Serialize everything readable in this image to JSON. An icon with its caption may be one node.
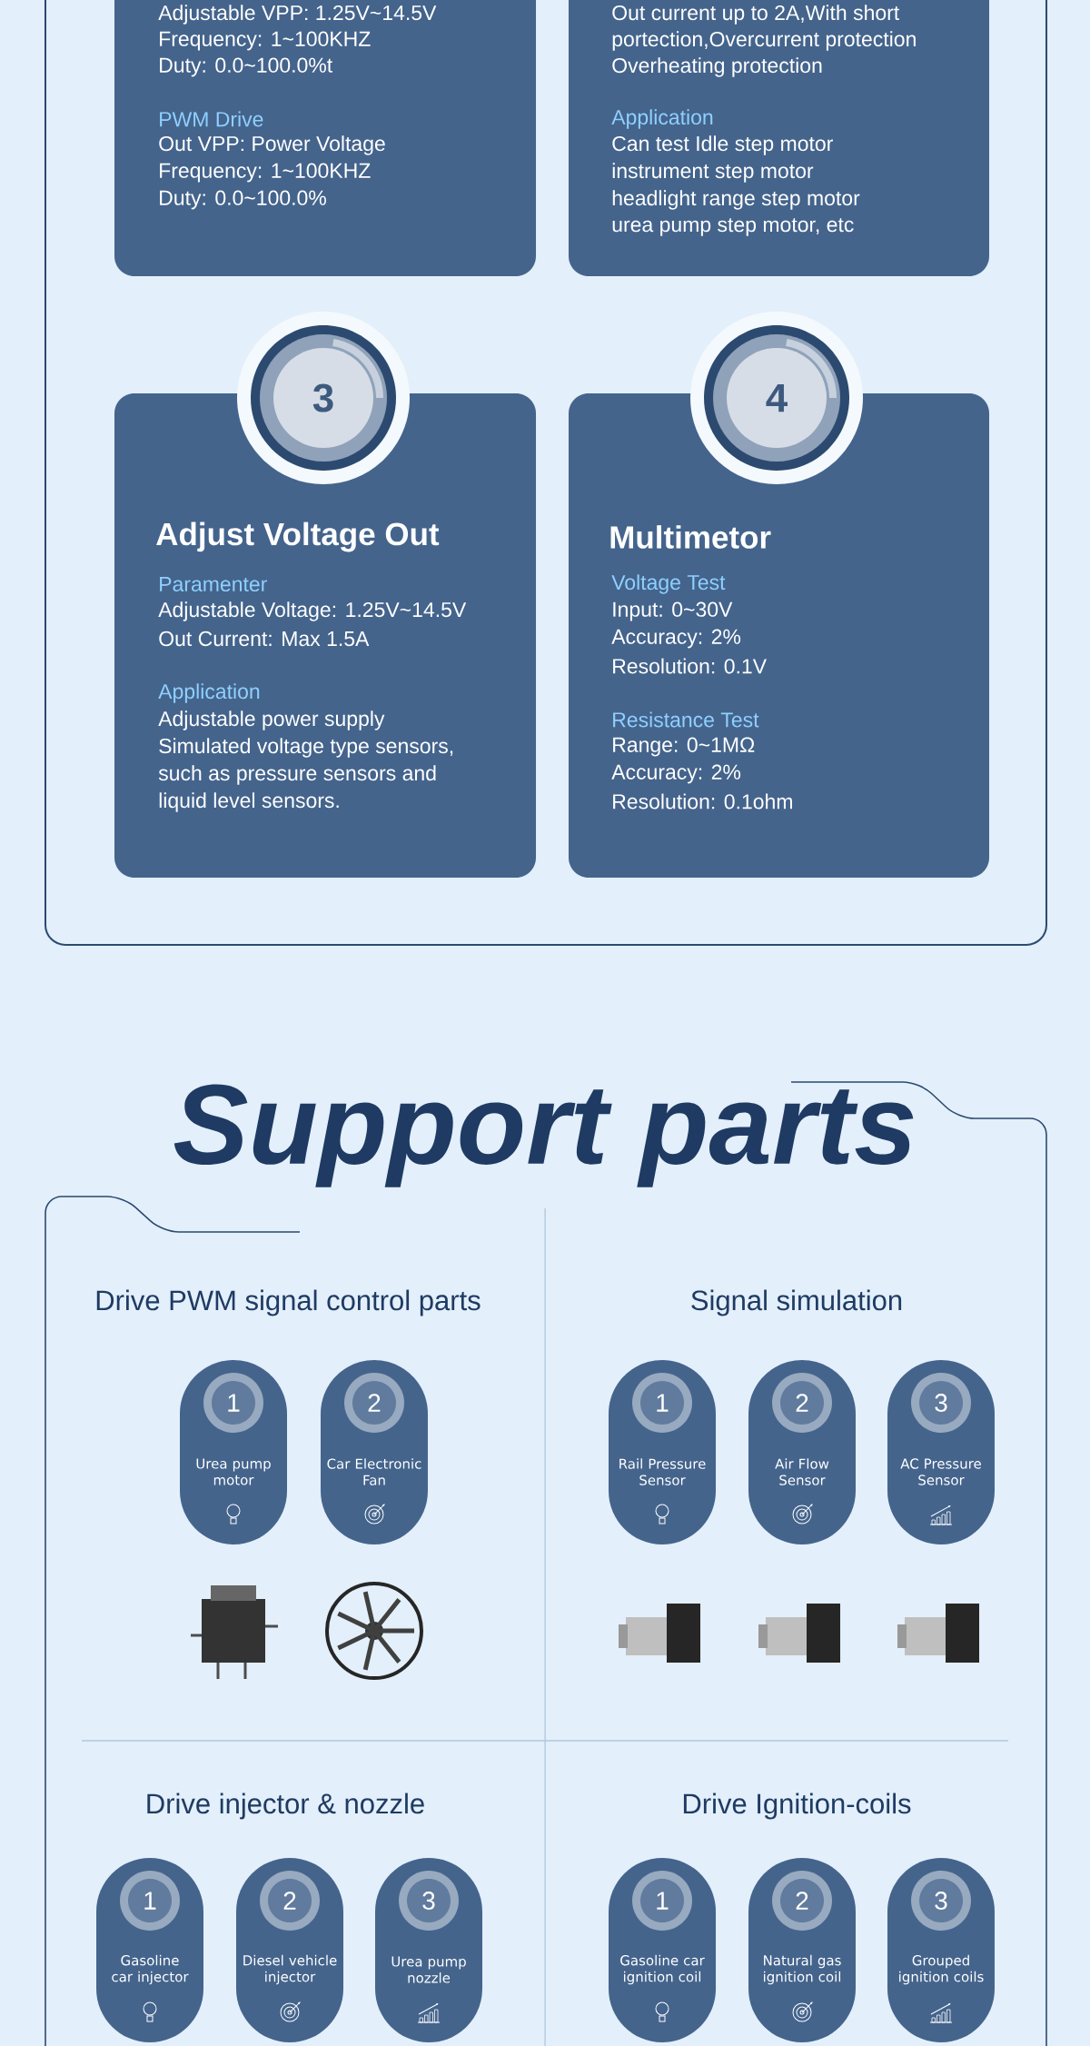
{
  "diagram": {
    "title": "Support parts",
    "nodes": [
      {
        "text": [
          "Adjustable VPP: 1.25V~14.5V",
          "Frequency: 1~100KHZ",
          "Duty: 0.0~100.0%t",
          "PWM Drive",
          "Out VPP: Power Voltage",
          "Frequency: 1~100KHZ",
          "Duty: 0.0~100.0%"
        ]
      },
      {
        "text": [
          "Out current up to 2A,With short",
          "portection,Overcurrent protection",
          "Overheating protection",
          "Application",
          "Can test Idle step motor",
          "instrument step motor",
          "headlight range step motor",
          "urea pump step motor, etc"
        ]
      },
      {
        "text": [
          "3"
        ]
      },
      {
        "text": [
          "Adjust Voltage Out",
          "Paramenter",
          "Adjustable Voltage: 1.25V~14.5V",
          "Out Current: Max 1.5A",
          "Application",
          "Adjustable power supply",
          "Simulated voltage type sensors,",
          "such as pressure sensors and",
          "liquid level sensors."
        ]
      },
      {
        "text": [
          "4"
        ]
      },
      {
        "text": [
          "Multimetor",
          "Voltage Test",
          "Input: 0~30V",
          "Accuracy: 2%",
          "Resolution: 0.1V",
          "Resistance Test",
          "Range: 0~1MΩ",
          "Accuracy: 2%",
          "Resolution: 0.1ohm"
        ]
      },
      {
        "text": [
          "1",
          "Urea pump motor"
        ]
      },
      {
        "text": [
          "2",
          "Car Electronic Fan"
        ]
      },
      {
        "text": [
          "1",
          "Rail Pressure Sensor"
        ]
      },
      {
        "text": [
          "2",
          "Air Flow Sensor"
        ]
      },
      {
        "text": [
          "3",
          "AC Pressure Sensor"
        ]
      },
      {
        "text": [
          "1",
          "Gasoline car injector"
        ]
      },
      {
        "text": [
          "2",
          "Diesel vehicle injector"
        ]
      },
      {
        "text": [
          "3",
          "Urea pump nozzle"
        ]
      },
      {
        "text": [
          "1",
          "Gasoline car ignition coil"
        ]
      },
      {
        "text": [
          "2",
          "Natural gas ignition coil"
        ]
      },
      {
        "text": [
          "3",
          "Grouped ignition coils"
        ]
      }
    ],
    "labels": [
      "Drive PWM signal control parts",
      "Signal simulation",
      "Drive injector & nozzle",
      "Drive Ignition-coils"
    ]
  }
}
